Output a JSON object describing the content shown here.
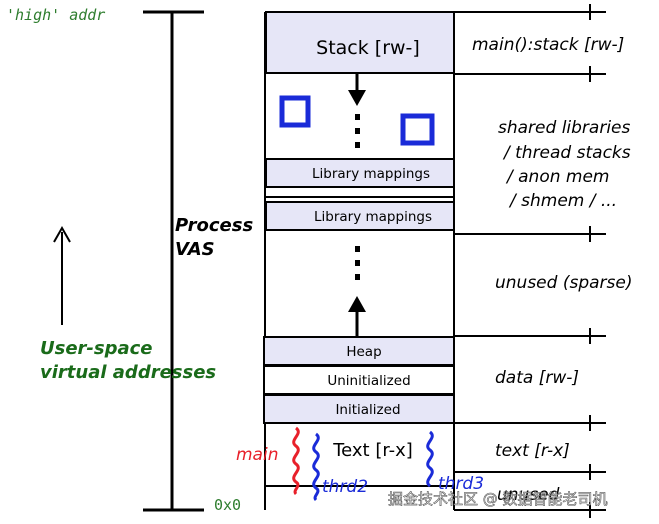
{
  "high_addr_label": "'high' addr",
  "zero_addr_label": "0x0",
  "process_vas_line1": "Process",
  "process_vas_line2": "VAS",
  "user_space_line1": "User-space",
  "user_space_line2": "virtual addresses",
  "segments": {
    "stack": "Stack [rw-]",
    "library_mapping_1": "Library mappings",
    "library_mapping_2": "Library mappings",
    "heap": "Heap",
    "uninitialized": "Uninitialized",
    "initialized": "Initialized",
    "text": "Text [r-x]"
  },
  "region_labels": {
    "stack": "main():stack [rw-]",
    "shared_1": "shared libraries",
    "shared_2": "/ thread stacks",
    "shared_3": "/ anon mem",
    "shared_4": "/ shmem / ...",
    "unused_sparse": "unused (sparse)",
    "data": "data [rw-]",
    "text": "text [r-x]",
    "unused_bottom": "unused"
  },
  "threads": {
    "main": "main",
    "thrd2": "thrd2",
    "thrd3": "thrd3"
  },
  "watermark": "掘金技术社区 @ 数据智能老司机",
  "colors": {
    "green_label": "#1a6b1a",
    "mono_green": "#2e7d2e",
    "segment_fill": "#e6e6f7",
    "stack_fill": "#e6e6f7",
    "thread_main": "#e8202a",
    "thread_other": "#1a2bd8",
    "square_blue": "#1a2bd8",
    "line": "#000000"
  }
}
